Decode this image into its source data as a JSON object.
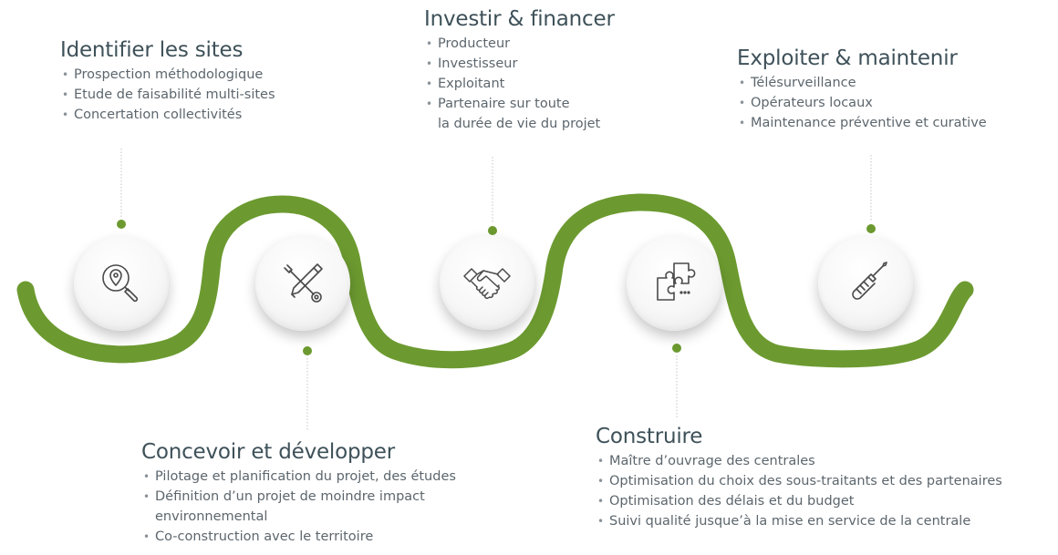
{
  "steps": [
    {
      "title": "Identifier les sites",
      "items": [
        "Prospection méthodologique",
        "Etude de faisabilité multi-sites",
        "Concertation collectivités"
      ],
      "icon": "location-search-icon"
    },
    {
      "title": "Investir & financer",
      "items": [
        "Producteur",
        "Investisseur",
        "Exploitant"
      ],
      "item_multiline": [
        "Partenaire sur toute",
        "la durée de vie du projet"
      ],
      "icon": "handshake-icon"
    },
    {
      "title": "Exploiter & maintenir",
      "items": [
        "Télésurveillance",
        "Opérateurs locaux",
        "Maintenance préventive et curative"
      ],
      "icon": "screwdriver-icon"
    },
    {
      "title": "Concevoir et développer",
      "items": [
        "Pilotage et planification du projet, des études"
      ],
      "item_multiline": [
        "Définition d’un projet de moindre impact",
        "environnemental"
      ],
      "items_after": [
        "Co-construction avec le territoire"
      ],
      "icon": "tools-icon"
    },
    {
      "title": "Construire",
      "items": [
        "Maître d’ouvrage des centrales",
        "Optimisation du choix des sous-traitants et des partenaires",
        "Optimisation des délais et du budget",
        "Suivi qualité jusque’à la mise en service de la centrale"
      ],
      "icon": "puzzle-icon"
    }
  ],
  "colors": {
    "wave": "#6c9a30",
    "dot": "#6c9a30",
    "heading": "#3e5159",
    "text": "#5c666d",
    "connector": "#b9b9b9"
  }
}
